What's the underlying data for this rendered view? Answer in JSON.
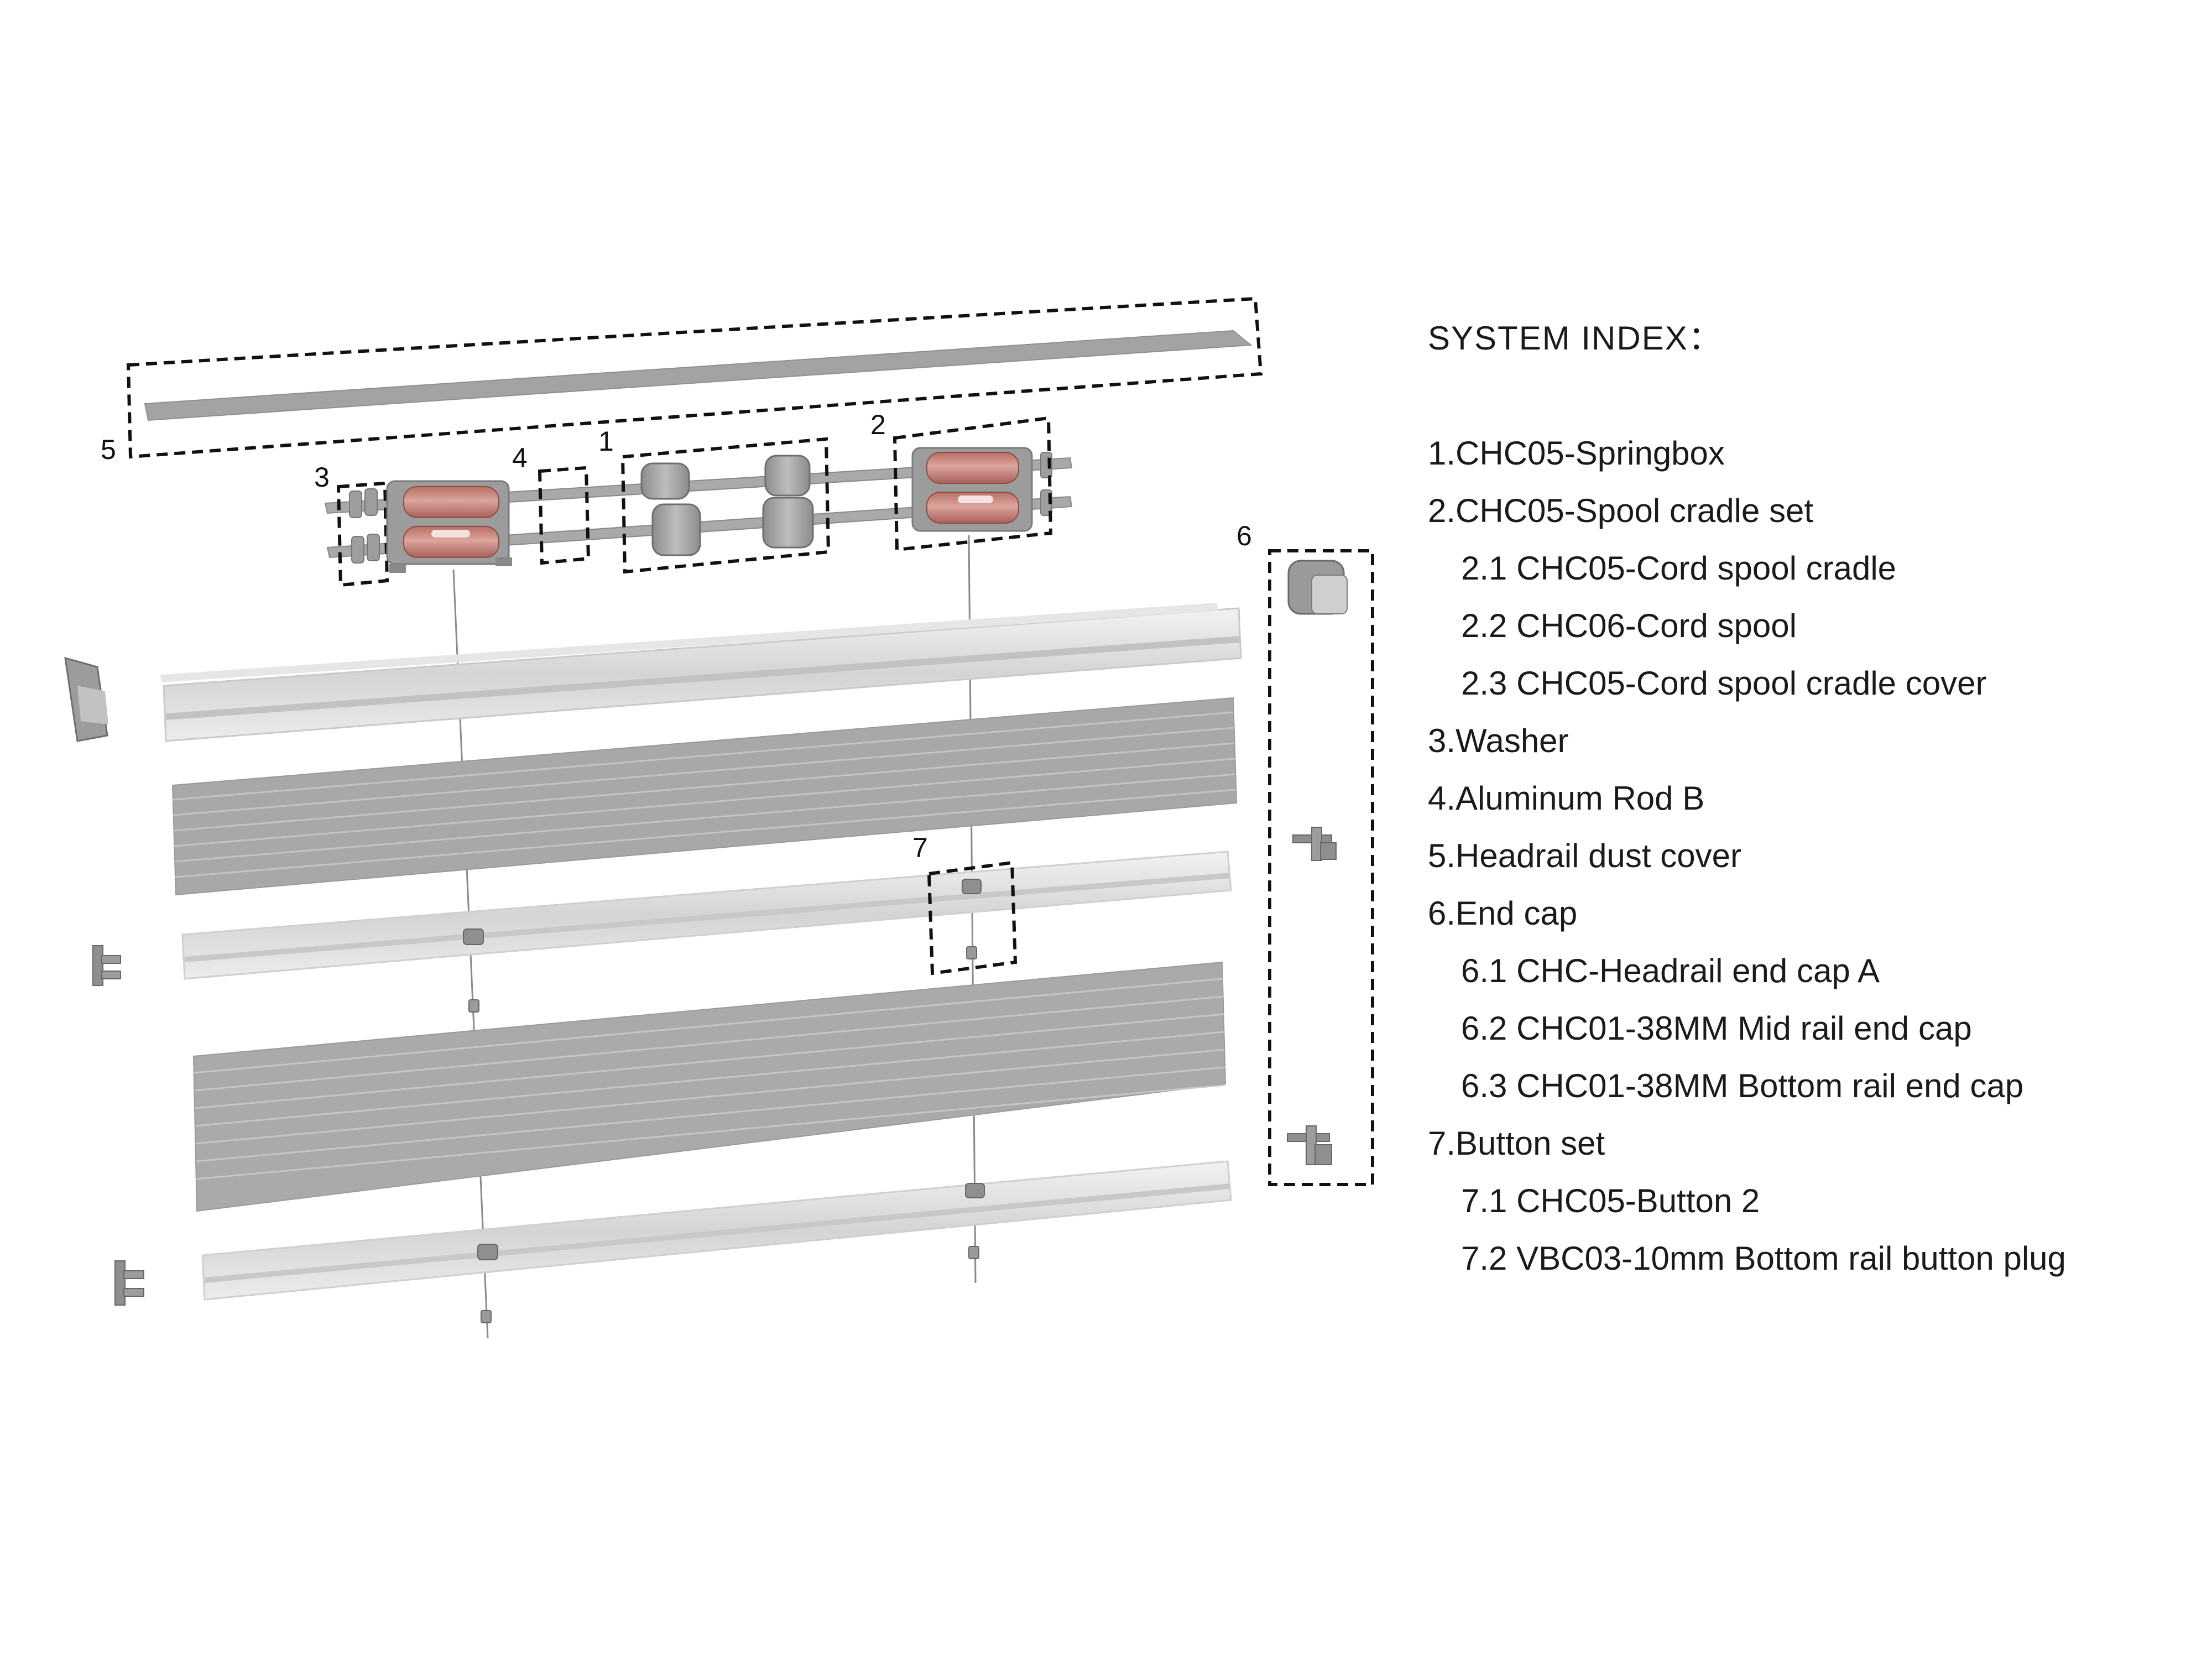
{
  "diagram": {
    "callouts": [
      "1",
      "2",
      "3",
      "4",
      "5",
      "6",
      "7"
    ]
  },
  "index": {
    "title": "SYSTEM INDEX：",
    "items": [
      {
        "text": "1.CHC05-Springbox",
        "subitems": []
      },
      {
        "text": "2.CHC05-Spool cradle set",
        "subitems": [
          "2.1 CHC05-Cord spool cradle",
          "2.2 CHC06-Cord spool",
          "2.3 CHC05-Cord spool cradle cover"
        ]
      },
      {
        "text": "3.Washer",
        "subitems": []
      },
      {
        "text": "4.Aluminum Rod B",
        "subitems": []
      },
      {
        "text": "5.Headrail dust cover",
        "subitems": []
      },
      {
        "text": "6.End cap",
        "subitems": [
          "6.1 CHC-Headrail end cap A",
          "6.2 CHC01-38MM Mid rail end cap",
          "6.3 CHC01-38MM Bottom rail end cap"
        ]
      },
      {
        "text": "7.Button set",
        "subitems": [
          "7.1 CHC05-Button 2",
          "7.2 VBC03-10mm Bottom rail button plug"
        ]
      }
    ]
  },
  "colors": {
    "spool": "#cf8a80",
    "part_grey": "#9a9a9a",
    "fabric_grey": "#a6a6a6",
    "rail_grey": "#d6d6d6",
    "outline": "#111111"
  }
}
